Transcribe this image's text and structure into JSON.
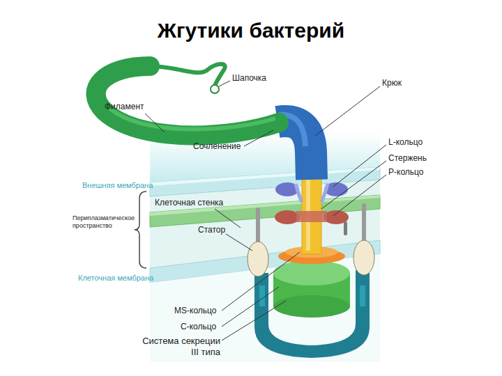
{
  "diagram": {
    "title": "Жгутики бактерий",
    "labels": [
      "Шапочка",
      "Крюк",
      "Филамент",
      "Сочленение",
      "L-кольцо",
      "Внешняя мембрана",
      "Стержень",
      "P-кольцо",
      "Клеточная стенка",
      "Периплазматическое пространство",
      "Статор",
      "Клеточная мембрана",
      "MS-кольцо",
      "C-кольцо",
      "Система секреции III типа"
    ]
  }
}
